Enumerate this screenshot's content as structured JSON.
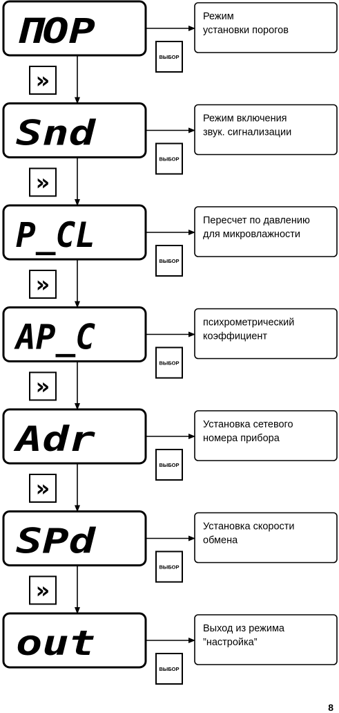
{
  "steps": [
    {
      "display": "ПОР",
      "select_label": "ВЫБОР",
      "description": [
        "Режим",
        "установки порогов"
      ]
    },
    {
      "display": "Snd",
      "select_label": "ВЫБОР",
      "description": [
        "Режим включения",
        "звук. сигнализации"
      ]
    },
    {
      "display": "P_CL",
      "select_label": "ВЫБОР",
      "description": [
        "Пересчет по давлению",
        "для микровлажности"
      ]
    },
    {
      "display": "AP_C",
      "select_label": "ВЫБОР",
      "description": [
        "психрометрический",
        "коэффициент"
      ]
    },
    {
      "display": "Adr",
      "select_label": "ВЫБОР",
      "description": [
        "Установка сетевого",
        "номера прибора"
      ]
    },
    {
      "display": "SPd",
      "select_label": "ВЫБОР",
      "description": [
        "Установка скорости",
        "обмена"
      ]
    },
    {
      "display": "out",
      "select_label": "ВЫБОР",
      "description": [
        "Выход из режима",
        "”настройка”"
      ]
    }
  ],
  "next_button_symbol": "»",
  "page_number": "8"
}
